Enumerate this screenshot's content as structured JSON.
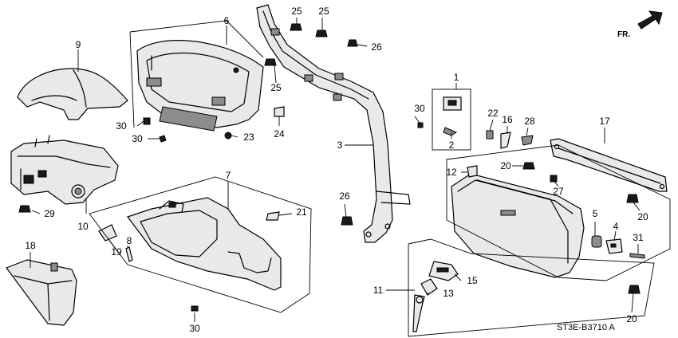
{
  "diagram_code": "ST3E-B3710 A",
  "direction_label": "FR.",
  "callouts": {
    "c1": "1",
    "c2": "2",
    "c3": "3",
    "c4": "4",
    "c5": "5",
    "c6": "6",
    "c7": "7",
    "c8": "8",
    "c9": "9",
    "c10": "10",
    "c11": "11",
    "c12": "12",
    "c13": "13",
    "c15": "15",
    "c16": "16",
    "c17": "17",
    "c18": "18",
    "c19": "19",
    "c20": "20",
    "c21": "21",
    "c22": "22",
    "c23": "23",
    "c24": "24",
    "c25": "25",
    "c26": "26",
    "c27": "27",
    "c28": "28",
    "c29": "29",
    "c30": "30",
    "c31": "31"
  }
}
